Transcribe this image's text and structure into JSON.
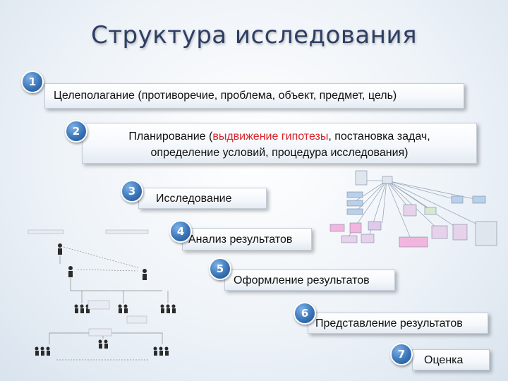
{
  "title": "Структура исследования",
  "steps": [
    {
      "number": "1",
      "text": "Целеполагание (противоречие, проблема, объект, предмет, цель)"
    },
    {
      "number": "2",
      "line1_before": "Планирование (",
      "line1_highlight": "выдвижение гипотезы",
      "line1_after": ", постановка задач,",
      "line2": "определение условий, процедура исследования)"
    },
    {
      "number": "3",
      "text": "Исследование"
    },
    {
      "number": "4",
      "text": "Анализ результатов"
    },
    {
      "number": "5",
      "text": "Оформление результатов"
    },
    {
      "number": "6",
      "text": "Представление результатов"
    },
    {
      "number": "7",
      "text": "Оценка"
    }
  ],
  "colors": {
    "badge": "#3a75b8",
    "highlight": "#d8232a",
    "title": "#2f3e63"
  }
}
